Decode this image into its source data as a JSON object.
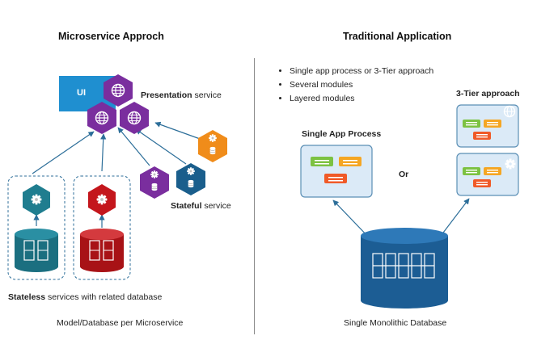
{
  "left": {
    "title": "Microservice Approch",
    "ui_label": "UI",
    "presentation_bold": "Presentation",
    "presentation_rest": " service",
    "stateful_bold": "Stateful",
    "stateful_rest": " service",
    "stateless_bold": "Stateless",
    "stateless_rest": " services with related database",
    "caption": "Model/Database per Microservice"
  },
  "right": {
    "title": "Traditional Application",
    "bullets": [
      "Single app process or 3-Tier approach",
      "Several modules",
      "Layered modules"
    ],
    "single_label": "Single App Process",
    "or_label": "Or",
    "tier_label": "3-Tier approach",
    "caption": "Single Monolithic Database"
  },
  "colors": {
    "purple": "#7a2e9e",
    "teal": "#1f7d8f",
    "red": "#c4161c",
    "orange": "#f08c1a",
    "navy": "#1a5e8c",
    "box_blue": "#dbeaf7",
    "module_green": "#7cc242",
    "module_orange": "#f5a623",
    "module_red": "#f05a28"
  },
  "icons": [
    "globe-icon",
    "gear-icon",
    "database-icon"
  ]
}
